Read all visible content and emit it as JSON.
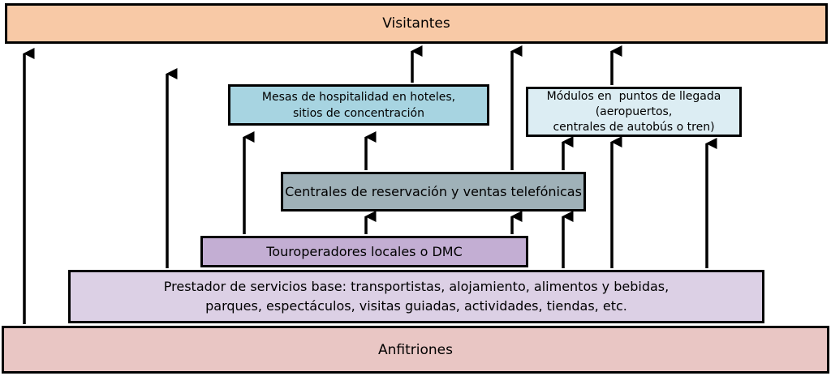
{
  "visitantes": "Visitantes",
  "anfitriones": "Anfitriones",
  "prestador": {
    "line1": "Prestador de servicios base: transportistas, alojamiento, alimentos y bebidas,",
    "line2": "parques, espectáculos, visitas guiadas, actividades, tiendas, etc."
  },
  "touroperadores": "Touroperadores locales o DMC",
  "centrales": "Centrales de reservación y ventas telefónicas",
  "mesas": {
    "line1": "Mesas de hospitalidad en hoteles,",
    "line2": "sitios de concentración"
  },
  "modulos": {
    "line1": "Módulos en  puntos de llegada",
    "line2": "(aeropuertos,",
    "line3": "centrales de autobús o tren)"
  },
  "colors": {
    "visitantes": "#f8c9a6",
    "anfitriones": "#e9c6c4",
    "prestador": "#dcd0e5",
    "touroperadores": "#c3aed3",
    "centrales": "#9fb1b8",
    "mesas": "#a7d4e1",
    "modulos": "#dcedf3"
  }
}
